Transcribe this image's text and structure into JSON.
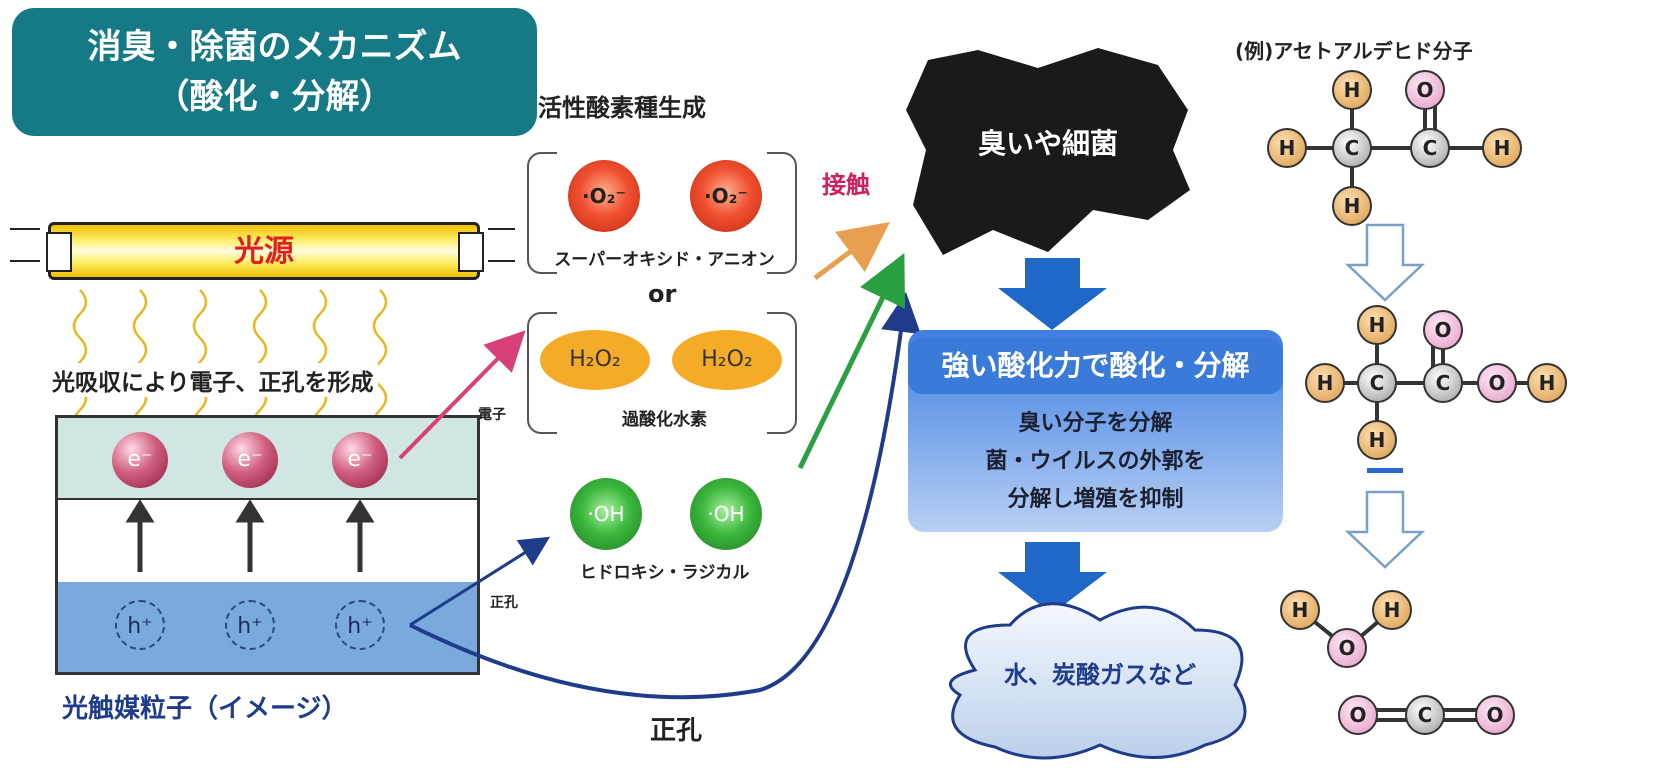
{
  "title": {
    "line1": "消臭・除菌のメカニズム",
    "line2": "（酸化・分解）"
  },
  "ros_heading": "活性酸素種生成",
  "light_source": "光源",
  "absorption_label": "光吸収により電子、正孔を形成",
  "particle_caption": "光触媒粒子（イメージ）",
  "electron_symbol": "e⁻",
  "hole_symbol": "h⁺",
  "label_electron": "電子",
  "label_hole_small": "正孔",
  "label_hole_large": "正孔",
  "superoxide": {
    "symbol": "·O₂⁻",
    "name": "スーパーオキシド・アニオン"
  },
  "or_text": "or",
  "peroxide": {
    "symbol": "H₂O₂",
    "name": "過酸化水素"
  },
  "hydroxyl": {
    "symbol": "·OH",
    "name": "ヒドロキシ・ラジカル"
  },
  "contact_label": "接触",
  "target_label": "臭いや細菌",
  "oxidation_box": {
    "title": "強い酸化力で酸化・分解",
    "lines": [
      "臭い分子を分解",
      "菌・ウイルスの外郭を",
      "分解し増殖を抑制"
    ]
  },
  "result_label": "水、炭酸ガスなど",
  "example_heading": "(例)アセトアルデヒド分子",
  "atoms": {
    "H": "H",
    "C": "C",
    "O": "O"
  },
  "colors": {
    "title_bg": "#167a86",
    "hydrogen": "#d89a4a",
    "carbon": "#9a9a9a",
    "oxygen": "#e39ac4",
    "electron_arrow": "#d8407a",
    "contact_arrow": "#e8a050",
    "hydroxyl_arrow": "#2aa040",
    "hole_arrow": "#1f3c8a"
  }
}
